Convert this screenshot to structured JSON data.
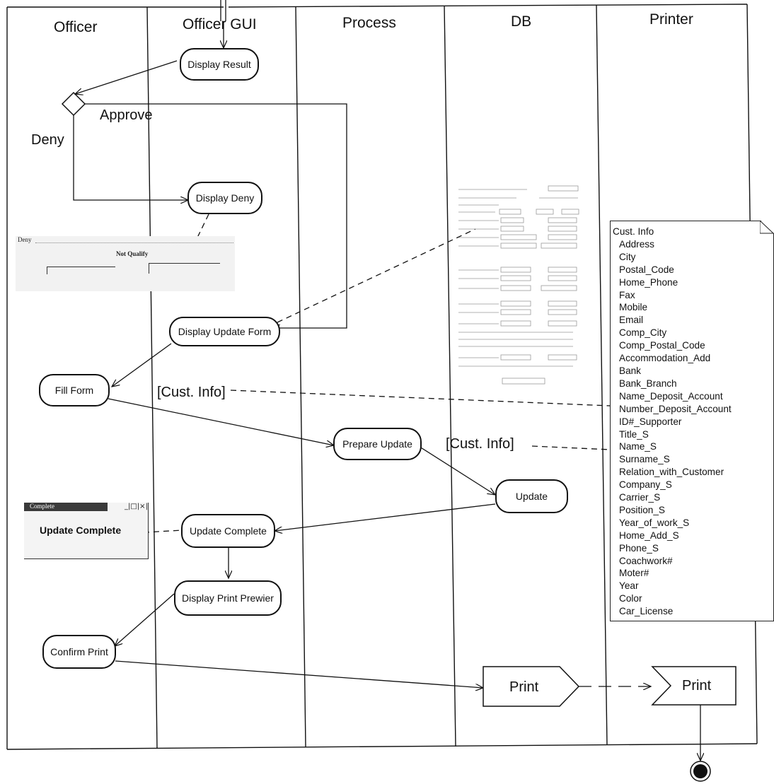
{
  "lanes": [
    "Officer",
    "Officer GUI",
    "Process",
    "DB",
    "Printer"
  ],
  "activities": {
    "display_result": "Display Result",
    "display_deny": "Display Deny",
    "display_update_form": "Display Update Form",
    "fill_form": "Fill Form",
    "prepare_update": "Prepare Update",
    "update": "Update",
    "update_complete": "Update Complete",
    "display_print_preview": "Display Print Prewier",
    "confirm_print": "Confirm Print"
  },
  "guards": {
    "approve": "Approve",
    "deny": "Deny"
  },
  "object_flows": {
    "cust_info_1": "[Cust. Info]",
    "cust_info_2": "[Cust. Info]"
  },
  "print_signals": {
    "send": "Print",
    "receive": "Print"
  },
  "deny_dialog": {
    "title": "Deny",
    "message": "Not Qualify"
  },
  "complete_dialog": {
    "title": "Complete",
    "message": "Update Complete"
  },
  "note": {
    "title": "Cust. Info",
    "items": [
      "Address",
      "City",
      "Postal_Code",
      "Home_Phone",
      "Fax",
      "Mobile",
      "Email",
      "Comp_City",
      "Comp_Postal_Code",
      "Accommodation_Add",
      "Bank",
      "Bank_Branch",
      "Name_Deposit_Account",
      "Number_Deposit_Account",
      "ID#_Supporter",
      "Title_S",
      "Name_S",
      "Surname_S",
      "Relation_with_Customer",
      "Company_S",
      "Carrier_S",
      "Position_S",
      "Year_of_work_S",
      "Home_Add_S",
      "Phone_S",
      "Coachwork#",
      "Moter#",
      "Year",
      "Color",
      "Car_License"
    ]
  }
}
